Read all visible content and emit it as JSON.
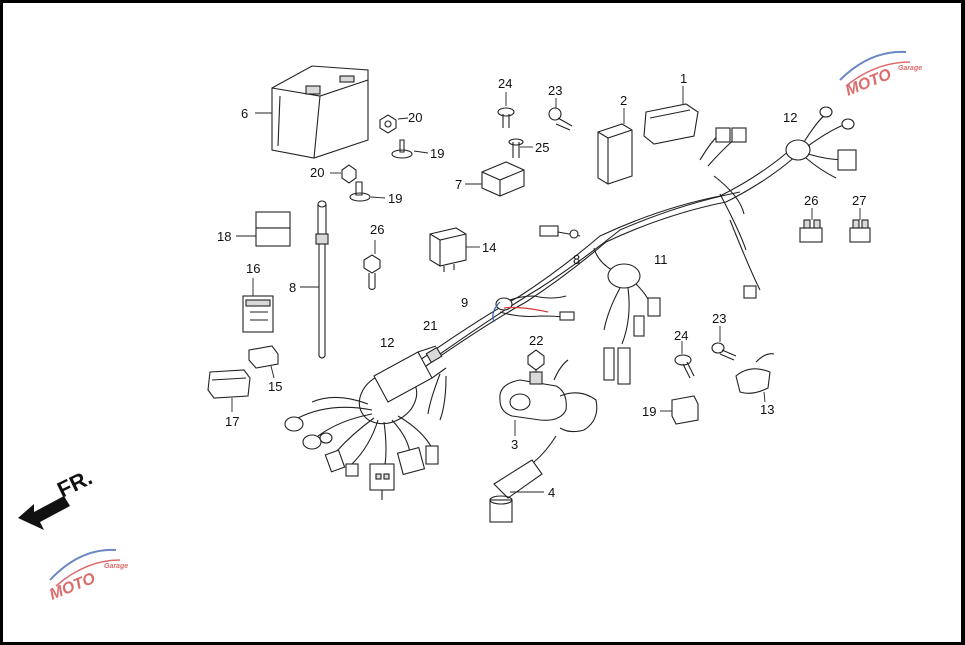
{
  "diagram": {
    "direction_label": "FR.",
    "watermark": {
      "text": "MOTO",
      "sub": "Garage"
    },
    "callouts": {
      "c1": "1",
      "c2": "2",
      "c3": "3",
      "c4": "4",
      "c6": "6",
      "c7": "7",
      "c8a": "8",
      "c8b": "8",
      "c9": "9",
      "c11": "11",
      "c12a": "12",
      "c12b": "12",
      "c13": "13",
      "c14": "14",
      "c15": "15",
      "c16": "16",
      "c17": "17",
      "c18": "18",
      "c19a": "19",
      "c19b": "19",
      "c19c": "19",
      "c20a": "20",
      "c20b": "20",
      "c21": "21",
      "c22": "22",
      "c23a": "23",
      "c23b": "23",
      "c24a": "24",
      "c24b": "24",
      "c25": "25",
      "c26a": "26",
      "c26b": "26",
      "c27": "27"
    },
    "colors": {
      "line": "#222222",
      "accent_red": "#d13a3a",
      "accent_blue": "#3a5fb0"
    }
  }
}
